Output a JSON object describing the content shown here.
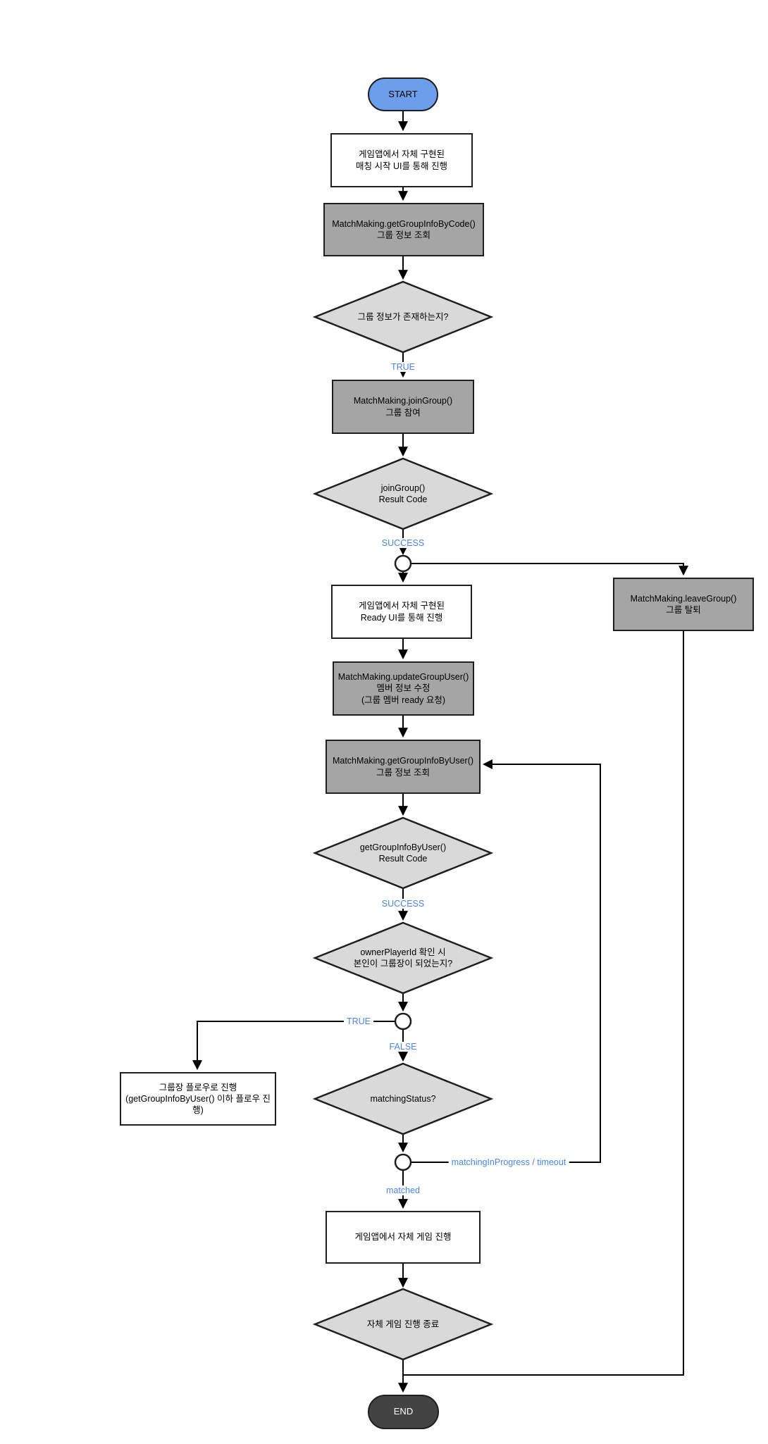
{
  "diagram": {
    "type": "flowchart",
    "nodes": {
      "start": {
        "label": "START",
        "shape": "terminator"
      },
      "ui_match_start": {
        "label": "게임앱에서 자체 구현된\n매칭 시작 UI를 통해 진행",
        "shape": "process-white"
      },
      "get_group_info_by_code": {
        "label": "MatchMaking.getGroupInfoByCode()\n그룹 정보 조회",
        "shape": "process-gray"
      },
      "d_group_exists": {
        "label": "그룹 정보가 존재하는지?",
        "shape": "decision"
      },
      "join_group": {
        "label": "MatchMaking.joinGroup()\n그룹 참여",
        "shape": "process-gray"
      },
      "d_join_result": {
        "label": "joinGroup()\nResult Code",
        "shape": "decision"
      },
      "ui_ready": {
        "label": "게임앱에서 자체 구현된\nReady UI를 통해 진행",
        "shape": "process-white"
      },
      "update_group_user": {
        "label": "MatchMaking.updateGroupUser()\n멤버 정보 수정\n(그룹 멤버 ready 요청)",
        "shape": "process-gray"
      },
      "get_group_info_by_user": {
        "label": "MatchMaking.getGroupInfoByUser()\n그룹 정보 조회",
        "shape": "process-gray"
      },
      "d_get_info_result": {
        "label": "getGroupInfoByUser()\nResult Code",
        "shape": "decision"
      },
      "d_owner_check": {
        "label": "ownerPlayerId 확인 시\n본인이 그룹장이 되었는지?",
        "shape": "decision"
      },
      "owner_flow": {
        "label": "그룹장 플로우로 진행\n(getGroupInfoByUser() 이하 플로우 진행)",
        "shape": "process-white"
      },
      "d_matching_status": {
        "label": "matchingStatus?",
        "shape": "decision"
      },
      "game_play": {
        "label": "게임앱에서 자체 게임 진행",
        "shape": "process-white"
      },
      "d_game_end": {
        "label": "자체 게임 진행 종료",
        "shape": "decision"
      },
      "leave_group": {
        "label": "MatchMaking.leaveGroup()\n그룹 탈퇴",
        "shape": "process-gray"
      },
      "end": {
        "label": "END",
        "shape": "terminator"
      }
    },
    "edge_labels": {
      "true_group_exists": "TRUE",
      "success_join": "SUCCESS",
      "success_get_info": "SUCCESS",
      "true_owner": "TRUE",
      "false_owner": "FALSE",
      "matching_in_progress": "matchingInProgress / timeout",
      "matched": "matched"
    },
    "colors": {
      "start_fill": "#6d9eeb",
      "end_fill": "#434343",
      "process_fill": "#a5a5a5",
      "decision_fill": "#d9d9d9",
      "io_fill": "#ffffff",
      "edge_label": "#4a86e8",
      "line": "#000000",
      "shape_border": "#1f1f1f"
    }
  }
}
